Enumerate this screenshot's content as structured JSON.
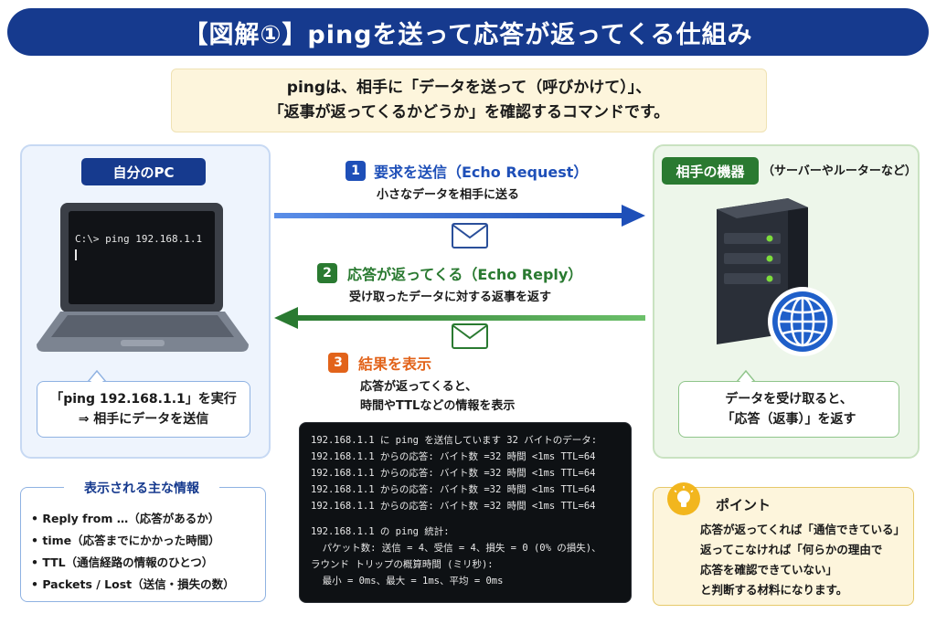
{
  "title": "【図解①】pingを送って応答が返ってくる仕組み",
  "intro": {
    "line1": "pingは、相手に「データを送って（呼びかけて）」、",
    "line2": "「返事が返ってくるかどうか」を確認するコマンドです。"
  },
  "pc": {
    "tag": "自分のPC",
    "terminal_command": "C:\\> ping 192.168.1.1",
    "bubble_line1": "「ping 192.168.1.1」を実行",
    "bubble_line2": "⇒ 相手にデータを送信"
  },
  "server": {
    "tag": "相手の機器",
    "tag_note": "（サーバーやルーターなど）",
    "bubble_line1": "データを受け取ると、",
    "bubble_line2": "「応答（返事）」を返す"
  },
  "steps": [
    {
      "num": "1",
      "title": "要求を送信（Echo Request）",
      "desc": "小さなデータを相手に送る"
    },
    {
      "num": "2",
      "title": "応答が返ってくる（Echo Reply）",
      "desc": "受け取ったデータに対する返事を返す"
    },
    {
      "num": "3",
      "title": "結果を表示",
      "desc1": "応答が返ってくると、",
      "desc2": "時間やTTLなどの情報を表示"
    }
  ],
  "terminal_lines": [
    "192.168.1.1 に ping を送信しています 32 バイトのデータ:",
    "192.168.1.1 からの応答: バイト数 =32 時間 <1ms TTL=64",
    "192.168.1.1 からの応答: バイト数 =32 時間 <1ms TTL=64",
    "192.168.1.1 からの応答: バイト数 =32 時間 <1ms TTL=64",
    "192.168.1.1 からの応答: バイト数 =32 時間 <1ms TTL=64",
    "",
    "192.168.1.1 の ping 統計:",
    "  パケット数: 送信 = 4、受信 = 4、損失 = 0 (0% の損失)、",
    "ラウンド トリップの概算時間 (ミリ秒):",
    "  最小 = 0ms、最大 = 1ms、平均 = 0ms"
  ],
  "info": {
    "title": "表示される主な情報",
    "items": [
      "• Reply from …（応答があるか）",
      "• time（応答までにかかった時間）",
      "• TTL（通信経路の情報のひとつ）",
      "• Packets / Lost（送信・損失の数）"
    ]
  },
  "point": {
    "title": "ポイント",
    "lines": [
      "応答が返ってくれば「通信できている」",
      "返ってこなければ「何らかの理由で",
      "応答を確認できていない」",
      "と判断する材料になります。"
    ]
  },
  "colors": {
    "navy": "#163a8e",
    "blue": "#1e4fb8",
    "green": "#2a7a31",
    "orange": "#e2631a",
    "point_yellow": "#f2b61e"
  },
  "icons": [
    "envelope-icon",
    "server-icon",
    "globe-icon",
    "lightbulb-icon",
    "laptop-icon"
  ]
}
